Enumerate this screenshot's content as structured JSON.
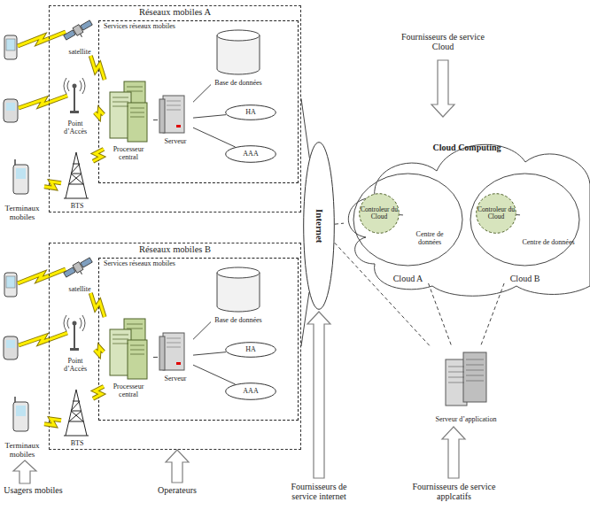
{
  "diagram": {
    "nodes": [
      {
        "text": [
          "Réseaux mobiles A"
        ]
      },
      {
        "text": [
          "Services réseaux mobiles"
        ],
        "in": 0
      },
      {
        "text": [
          "satellite"
        ],
        "in": 0
      },
      {
        "text": [
          "Point d’Accès"
        ],
        "in": 0
      },
      {
        "text": [
          "BTS"
        ],
        "in": 0
      },
      {
        "text": [
          "Processeur central"
        ],
        "in": 1
      },
      {
        "text": [
          "Serveur"
        ],
        "in": 1
      },
      {
        "text": [
          "Base de données"
        ],
        "in": 1
      },
      {
        "text": [
          "HA"
        ],
        "in": 1
      },
      {
        "text": [
          "AAA"
        ],
        "in": 1
      },
      {
        "text": [
          "Terminaux mobiles"
        ]
      },
      {
        "text": [
          "Réseaux mobiles B"
        ]
      },
      {
        "text": [
          "Services réseaux mobiles"
        ],
        "in": 11
      },
      {
        "text": [
          "satellite"
        ],
        "in": 11
      },
      {
        "text": [
          "Point d’Accès"
        ],
        "in": 11
      },
      {
        "text": [
          "BTS"
        ],
        "in": 11
      },
      {
        "text": [
          "Processeur central"
        ],
        "in": 12
      },
      {
        "text": [
          "Serveur"
        ],
        "in": 12
      },
      {
        "text": [
          "Base de données"
        ],
        "in": 12
      },
      {
        "text": [
          "HA"
        ],
        "in": 12
      },
      {
        "text": [
          "AAA"
        ],
        "in": 12
      },
      {
        "text": [
          "Terminaux mobiles"
        ]
      },
      {
        "text": [
          "Internet"
        ]
      },
      {
        "text": [
          "Cloud Computing"
        ]
      },
      {
        "text": [
          "Cloud A"
        ],
        "in": 23
      },
      {
        "text": [
          "Controleur du Cloud"
        ],
        "in": 24
      },
      {
        "text": [
          "Centre de données"
        ],
        "in": 24
      },
      {
        "text": [
          "Cloud B"
        ],
        "in": 23
      },
      {
        "text": [
          "Controleur du Cloud"
        ],
        "in": 27
      },
      {
        "text": [
          "Centre de données"
        ],
        "in": 27
      },
      {
        "text": [
          "Serveur d’application"
        ]
      }
    ],
    "edges": [
      {
        "from": 2,
        "to": 5,
        "arrow": "none"
      },
      {
        "from": 3,
        "to": 5,
        "arrow": "none"
      },
      {
        "from": 4,
        "to": 5,
        "arrow": "none"
      },
      {
        "from": 10,
        "to": 4,
        "arrow": "none"
      },
      {
        "from": 5,
        "to": 6,
        "arrow": "none"
      },
      {
        "from": 6,
        "to": 7,
        "arrow": "none"
      },
      {
        "from": 6,
        "to": 8,
        "arrow": "none"
      },
      {
        "from": 6,
        "to": 9,
        "arrow": "none"
      },
      {
        "from": 13,
        "to": 16,
        "arrow": "none"
      },
      {
        "from": 14,
        "to": 16,
        "arrow": "none"
      },
      {
        "from": 15,
        "to": 16,
        "arrow": "none"
      },
      {
        "from": 21,
        "to": 15,
        "arrow": "none"
      },
      {
        "from": 16,
        "to": 17,
        "arrow": "none"
      },
      {
        "from": 17,
        "to": 18,
        "arrow": "none"
      },
      {
        "from": 17,
        "to": 19,
        "arrow": "none"
      },
      {
        "from": 17,
        "to": 20,
        "arrow": "none"
      },
      {
        "from": 0,
        "to": 22,
        "arrow": "none"
      },
      {
        "from": 11,
        "to": 22,
        "arrow": "none"
      },
      {
        "from": 22,
        "to": 23,
        "arrow": "none"
      },
      {
        "from": 25,
        "to": 26,
        "arrow": "none"
      },
      {
        "from": 28,
        "to": 29,
        "arrow": "none"
      },
      {
        "from": 24,
        "to": 30,
        "arrow": "none"
      },
      {
        "from": 27,
        "to": 30,
        "arrow": "none"
      },
      {
        "from": 22,
        "to": 30,
        "arrow": "none"
      }
    ],
    "labels": [
      "Fournisseurs de service Cloud",
      "Usagers mobiles",
      "Operateurs",
      "Fournisseurs de service internet",
      "Fournisseurs de service applcatifs"
    ]
  }
}
